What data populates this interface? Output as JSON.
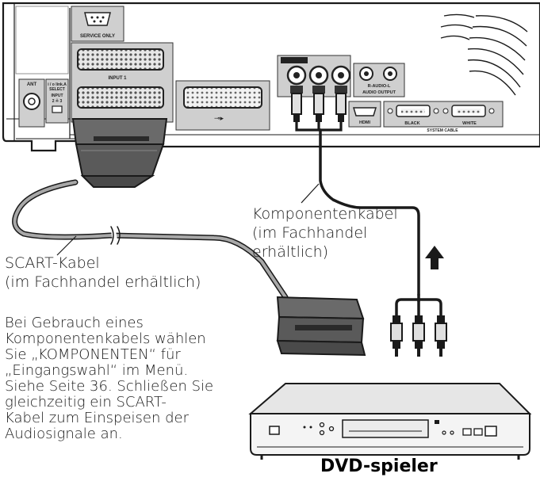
{
  "panel": {
    "service_only": "SERVICE ONLY",
    "ant": "ANT",
    "select_line1": "i / o link.A",
    "select_line2": "SELECT",
    "input_small": "INPUT",
    "select_nums": "2 ≟ 3",
    "input1": "INPUT 1",
    "input2": "INPUT 2",
    "audio_channels": "R-AUDIO-L",
    "audio_output": "AUDIO OUTPUT",
    "hdmi": "HDMI",
    "black": "BLACK",
    "white": "WHITE",
    "system_cable": "SYSTEM CABLE"
  },
  "labels": {
    "component_cable": [
      "Komponentenkabel",
      "(im Fachhandel",
      "erhältlich)"
    ],
    "scart_cable": [
      "SCART-Kabel",
      "(im Fachhandel erhältlich)"
    ],
    "note": [
      "Bei Gebrauch eines",
      "Komponentenkabels wählen",
      "Sie „KOMPONENTEN“ für",
      "„Eingangswahl“ im Menü.",
      "Siehe Seite 36. Schließen Sie",
      "gleichzeitig ein SCART-",
      "Kabel zum Einspeisen der",
      "Audiosignale an."
    ],
    "dvd_player": "DVD-spieler"
  },
  "colors": {
    "line": "#1a1a1a",
    "panel_gray": "#cfcfcf",
    "cable_gray": "#a8a8a8",
    "plug_dark": "#4a4a4a",
    "player_body": "#e6e6e6"
  }
}
